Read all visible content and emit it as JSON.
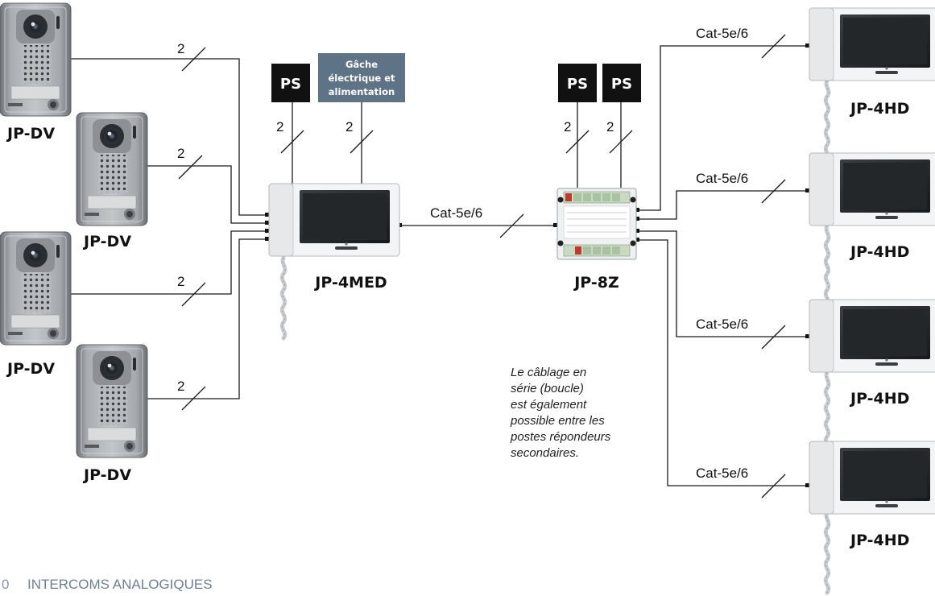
{
  "colors": {
    "ps_box": "#111111",
    "gache_box": "#5f7387",
    "footer_text": "#6f7f94",
    "wire": "#1a1a1a"
  },
  "labels": {
    "door_station": "JP-DV",
    "master_monitor": "JP-4MED",
    "distribution": "JP-8Z",
    "sub_monitor": "JP-4HD",
    "power_supply": "PS",
    "gache_lines": [
      "Gâche",
      "électrique et",
      "alimentation"
    ]
  },
  "wires": {
    "two_wire": "2",
    "cat": "Cat-5e/6"
  },
  "note_lines": [
    "Le câblage en",
    "série (boucle)",
    "est également",
    "possible entre les",
    "postes répondeurs",
    "secondaires."
  ],
  "footer": {
    "page_number": "0",
    "section_title": "INTERCOMS ANALOGIQUES"
  },
  "icons": {
    "door_station": "door-station-icon",
    "monitor": "monitor-icon",
    "distribution": "distribution-adapter-icon"
  }
}
